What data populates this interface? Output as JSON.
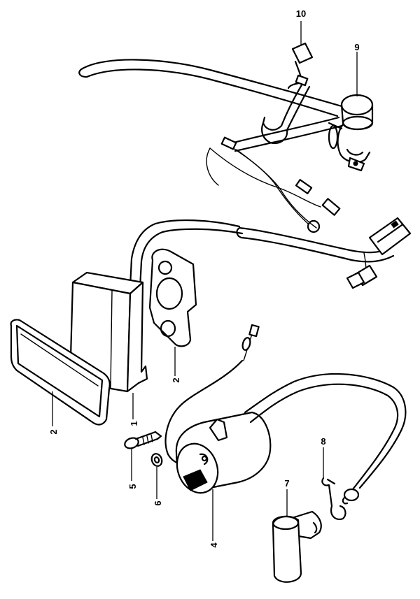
{
  "callouts": {
    "c10": "10",
    "c9": "9",
    "c2_plate": "2",
    "c2_strap": "2",
    "c1": "1",
    "c5": "5",
    "c6": "6",
    "c4": "4",
    "c7": "7",
    "c8": "8"
  }
}
